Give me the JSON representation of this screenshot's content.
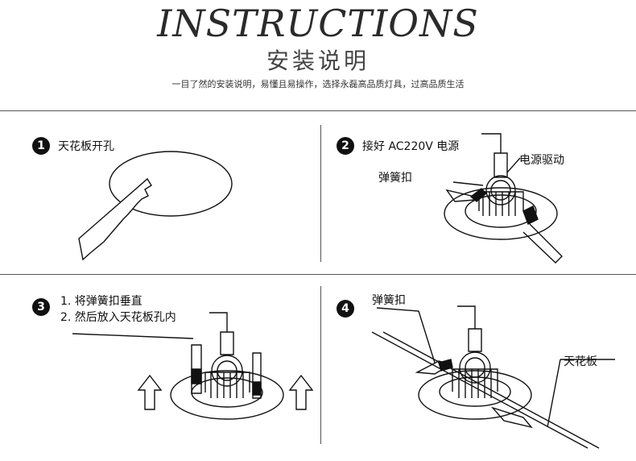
{
  "header": {
    "title": "INSTRUCTIONS",
    "subtitle": "安装说明",
    "tagline": "一目了然的安装说明，易懂且易操作，选择永磊高品质灯具，过高品质生活"
  },
  "steps": [
    {
      "number": "1",
      "text": "天花板开孔"
    },
    {
      "number": "2",
      "text": "接好 AC220V 电源",
      "labels": [
        "弹簧扣",
        "电源驱动"
      ]
    },
    {
      "number": "3",
      "lines": [
        "1. 将弹簧扣垂直",
        "2. 然后放入天花板孔内"
      ]
    },
    {
      "number": "4",
      "labels": [
        "弹簧扣",
        "天花板"
      ]
    }
  ]
}
